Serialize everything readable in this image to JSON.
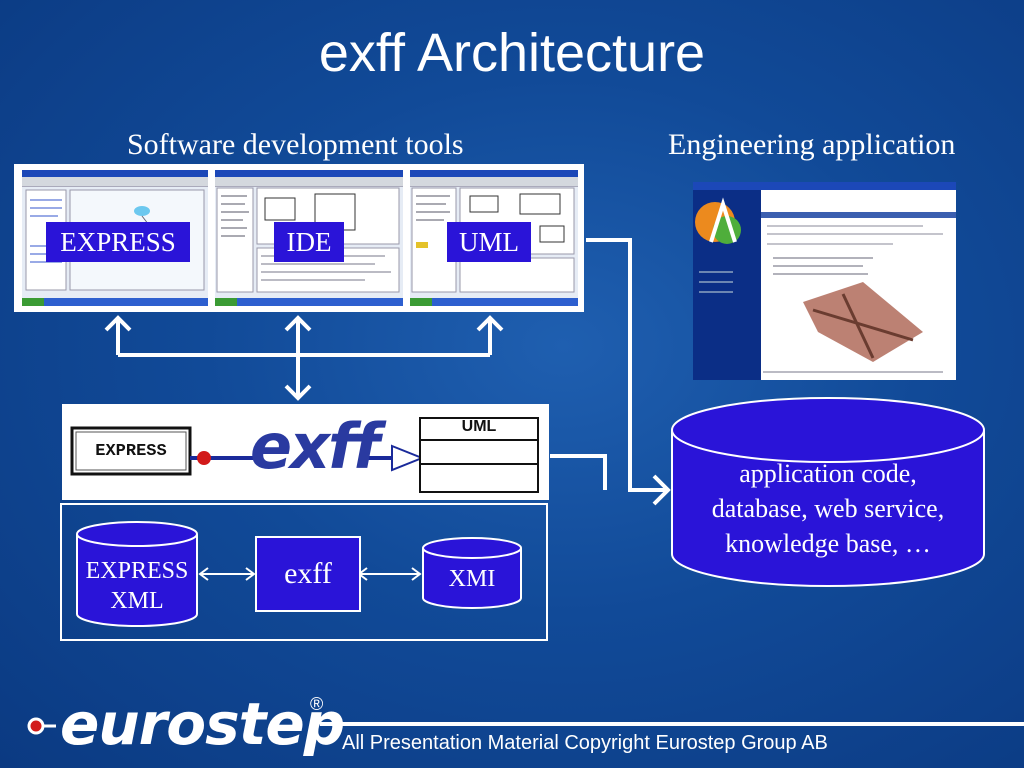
{
  "slide": {
    "title": "exff Architecture",
    "left_heading": "Software development tools",
    "right_heading": "Engineering application"
  },
  "tools": {
    "express_label": "EXPRESS",
    "ide_label": "IDE",
    "uml_label": "UML"
  },
  "exff_logo": {
    "express_box": "EXPRESS",
    "exff_text": "exff",
    "uml_box": "UML"
  },
  "lower": {
    "left_cylinder_line1": "EXPRESS",
    "left_cylinder_line2": "XML",
    "center_box": "exff",
    "right_cylinder": "XMI"
  },
  "application": {
    "line1": "application code,",
    "line2": "database, web service,",
    "line3": "knowledge base, …"
  },
  "footer": {
    "logo_text": "eurostep",
    "registered": "®",
    "copyright": "All Presentation Material Copyright Eurostep Group AB"
  },
  "colors": {
    "background": "#114a98",
    "accent_box": "#2a14d8",
    "cylinder_fill": "#2a14d8",
    "white": "#ffffff",
    "logo_red": "#d21a1a"
  }
}
